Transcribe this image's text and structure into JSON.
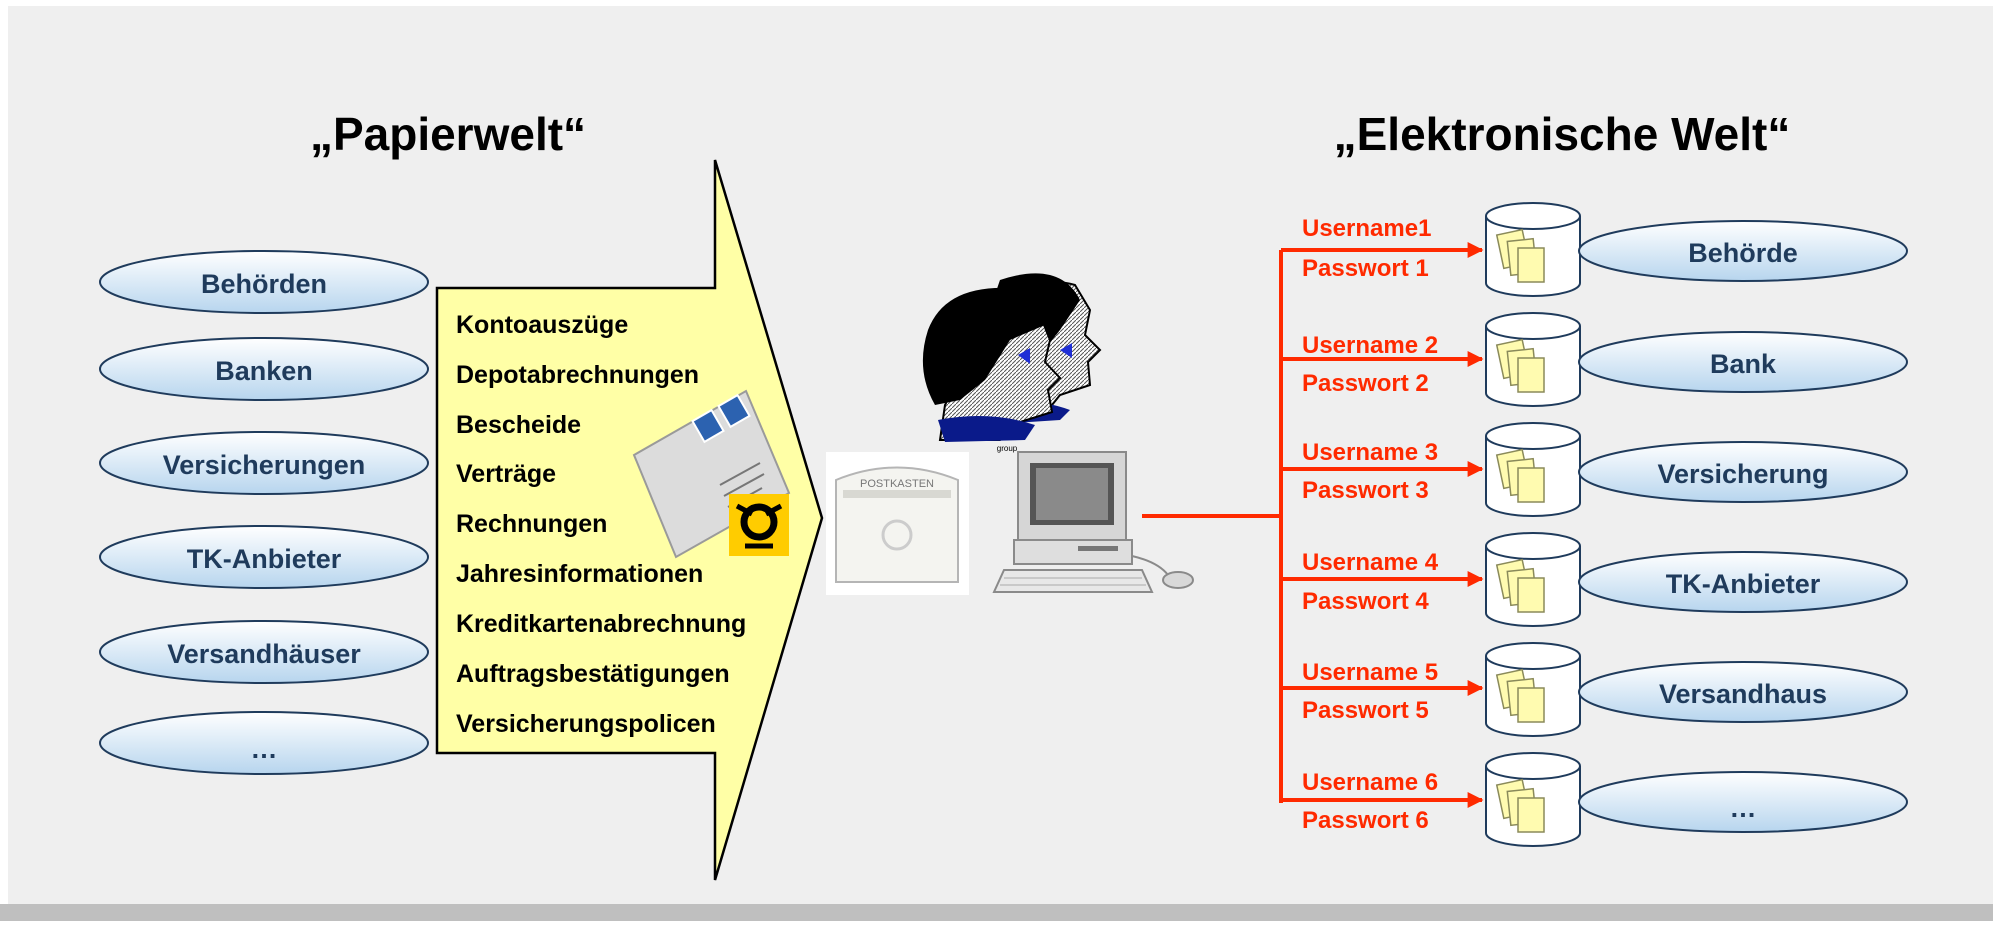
{
  "left": {
    "title": "„Papierwelt“",
    "senders": [
      "Behörden",
      "Banken",
      "Versicherungen",
      "TK-Anbieter",
      "Versandhäuser",
      "…"
    ],
    "documents": [
      "Kontoauszüge",
      "Depotabrechnungen",
      "Bescheide",
      "Verträge",
      "Rechnungen",
      "Jahresinformationen",
      "Kreditkartenabrechnung",
      "Auftragsbestätigungen",
      "Versicherungspolicen"
    ],
    "mailbox_label": "POSTKASTEN"
  },
  "center": {
    "group_caption": "group"
  },
  "right": {
    "title": "„Elektronische Welt“",
    "accounts": [
      {
        "username": "Username1",
        "password": "Passwort 1",
        "target": "Behörde"
      },
      {
        "username": "Username 2",
        "password": "Passwort 2",
        "target": "Bank"
      },
      {
        "username": "Username 3",
        "password": "Passwort 3",
        "target": "Versicherung"
      },
      {
        "username": "Username 4",
        "password": "Passwort 4",
        "target": "TK-Anbieter"
      },
      {
        "username": "Username 5",
        "password": "Passwort 5",
        "target": "Versandhaus"
      },
      {
        "username": "Username 6",
        "password": "Passwort 6",
        "target": "…"
      }
    ]
  },
  "colors": {
    "background": "#efefef",
    "footer_bar": "#bfbfbf",
    "ellipse_fill_top": "#ffffff",
    "ellipse_fill_bottom": "#b7d5ee",
    "ellipse_stroke": "#1f3b5c",
    "ellipse_text": "#1f3b5c",
    "arrow_fill": "#ffffa6",
    "red": "#ff2a00",
    "doc_yellow": "#fffbb0"
  }
}
